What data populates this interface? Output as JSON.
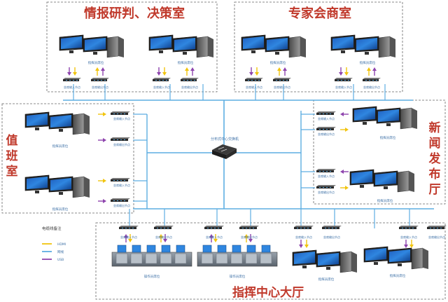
{
  "rooms": {
    "intel": "情报研判、决策室",
    "expert": "专家会商室",
    "duty_chars": [
      "值",
      "班",
      "室"
    ],
    "news_chars": [
      "新",
      "闻",
      "发",
      "布",
      "厅"
    ],
    "command": "指挥中心大厅"
  },
  "labels": {
    "ws": "指挥员席位",
    "enc": "坐席输入节点",
    "dec": "坐席输出节点",
    "switch": "分布式中心交换机",
    "op": "操作员席位"
  },
  "legend": {
    "title": "电缆线备注",
    "items": [
      {
        "name": "HDMI",
        "color": "#f1c40f"
      },
      {
        "name": "网线",
        "color": "#5dade2"
      },
      {
        "name": "USB",
        "color": "#8e44ad"
      }
    ]
  },
  "colors": {
    "title": "#c0392b",
    "network": "#5dade2",
    "hdmi": "#f1c40f",
    "usb": "#8e44ad",
    "label": "#3a6ea5",
    "border": "#666666"
  }
}
